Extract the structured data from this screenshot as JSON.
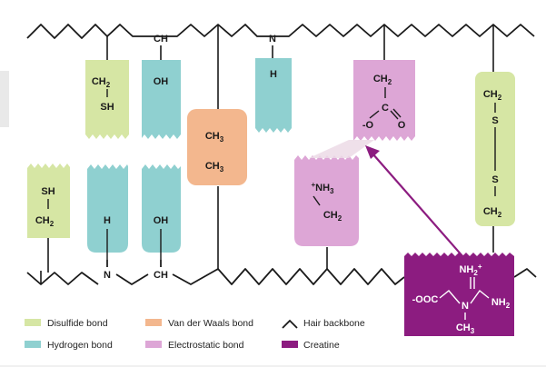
{
  "colors": {
    "disulfide": "#d6e6a4",
    "hydrogen": "#8fd0d0",
    "vanderwaals": "#f3b78e",
    "electrostatic": "#dda6d6",
    "creatine": "#8c1c80",
    "backbone": "#1a1a1a",
    "arrow": "#8c1c80",
    "page_background": "#ffffff",
    "side_panel": "#e9e9e9"
  },
  "backbone": {
    "top_labels": {
      "ch": "CH",
      "n": "N"
    },
    "bottom_labels": {
      "n": "N",
      "ch": "CH"
    }
  },
  "groups": {
    "disulfide_top": {
      "l1": "CH",
      "l1_sub": "2",
      "l2": "SH"
    },
    "hydrogen_top_1": {
      "l1": "OH"
    },
    "vdw": {
      "l1": "CH",
      "l1_sub": "3",
      "l2": "CH",
      "l2_sub": "3"
    },
    "hydrogen_top_2": {
      "l1": "H"
    },
    "electro_top": {
      "l1": "CH",
      "l1_sub": "2",
      "c": "C",
      "o_minus": "-O",
      "o_double": "O"
    },
    "disulfide_right": {
      "l1": "CH",
      "l1_sub": "2",
      "s1": "S",
      "s2": "S",
      "l2": "CH",
      "l2_sub": "2"
    },
    "disulfide_bottom": {
      "l1": "SH",
      "l2": "CH",
      "l2_sub": "2"
    },
    "hydrogen_bottom_1": {
      "l1": "H"
    },
    "hydrogen_bottom_2": {
      "l1": "OH"
    },
    "electro_bottom": {
      "l1_sup": "+",
      "l1": "NH",
      "l1_sub": "3",
      "l2": "CH",
      "l2_sub": "2"
    },
    "creatine": {
      "nh2plus": "NH",
      "nh2plus_sub": "2",
      "nh2plus_sup": "+",
      "ooc": "-OOC",
      "n": "N",
      "nh2": "NH",
      "nh2_sub": "2",
      "ch3": "CH",
      "ch3_sub": "3"
    }
  },
  "legend": {
    "disulfide": "Disulfide bond",
    "hydrogen": "Hydrogen bond",
    "vanderwaals": "Van der Waals bond",
    "electrostatic": "Electrostatic bond",
    "backbone": "Hair backbone",
    "creatine": "Creatine"
  }
}
